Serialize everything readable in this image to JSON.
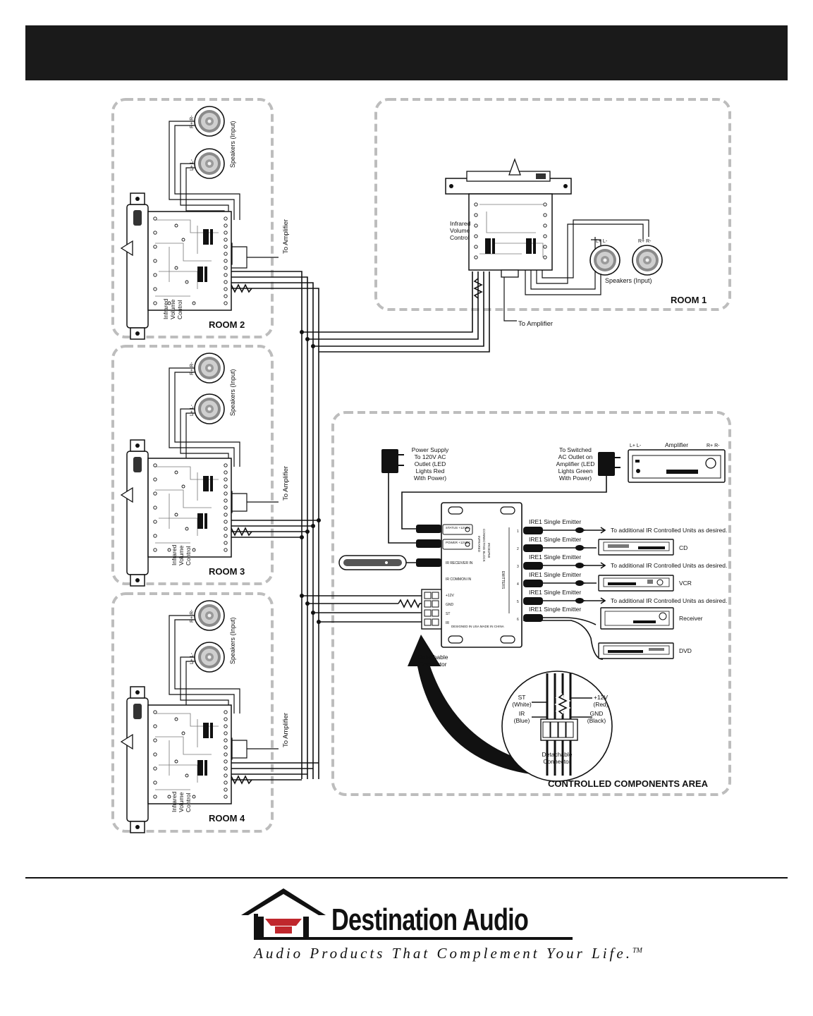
{
  "diagram": {
    "rooms": [
      {
        "label": "ROOM 1"
      },
      {
        "label": "ROOM 2"
      },
      {
        "label": "ROOM 3"
      },
      {
        "label": "ROOM 4"
      }
    ],
    "speakers_label": "Speakers (Input)",
    "to_amplifier": "To Amplifier",
    "volume_control": [
      "Infrared",
      "Volume",
      "Control"
    ],
    "channel_labels": {
      "left": "L+  L-",
      "right": "R+  R-"
    },
    "area_label": "CONTROLLED COMPONENTS AREA",
    "power_supply": [
      "Power Supply",
      "To 120V AC",
      "Outlet (LED",
      "Lights Red",
      "With Power)"
    ],
    "switched_outlet": [
      "To Switched",
      "AC Outlet on",
      "Amplifier (LED",
      "Lights Green",
      "With Power)"
    ],
    "amplifier": {
      "name": "Amplifier",
      "left": "L+  L-",
      "right": "R+  R-"
    },
    "emitter_label": "IRE1 Single Emitter",
    "additional_units": "To additional IR Controlled Units as desired.",
    "components": [
      "CD",
      "VCR",
      "Receiver",
      "DVD"
    ],
    "block_ports": [
      "STATUS +12VDC",
      "POWER +12VDC",
      "IR RECEIVER IN",
      "IR COMMON IN"
    ],
    "block_terminals": [
      "+12V",
      "GND",
      "ST",
      "IR"
    ],
    "block_side_text": [
      "INFRARED",
      "CONNECTING BLOCK",
      "IRCB1PMI"
    ],
    "emitters_text": "EMITTERS",
    "emitter_numbers": [
      "1",
      "2",
      "3",
      "4",
      "5",
      "6"
    ],
    "block_footer": "DESIGNED IN USA   MADE IN CHINA",
    "detachable": [
      "Detachable",
      "Connector"
    ],
    "wires": {
      "st": [
        "ST",
        "(White)"
      ],
      "ir": [
        "IR",
        "(Blue)"
      ],
      "v12": [
        "+12V",
        "(Red)"
      ],
      "gnd": [
        "GND",
        "(Black)"
      ]
    }
  },
  "footer": {
    "logo_name": "Destination Audio",
    "tagline": "Audio Products That Complement Your Life.",
    "trademark": "TM",
    "colors": {
      "logo_accent": "#c0272d",
      "header_bar": "#1a1a1a"
    }
  }
}
